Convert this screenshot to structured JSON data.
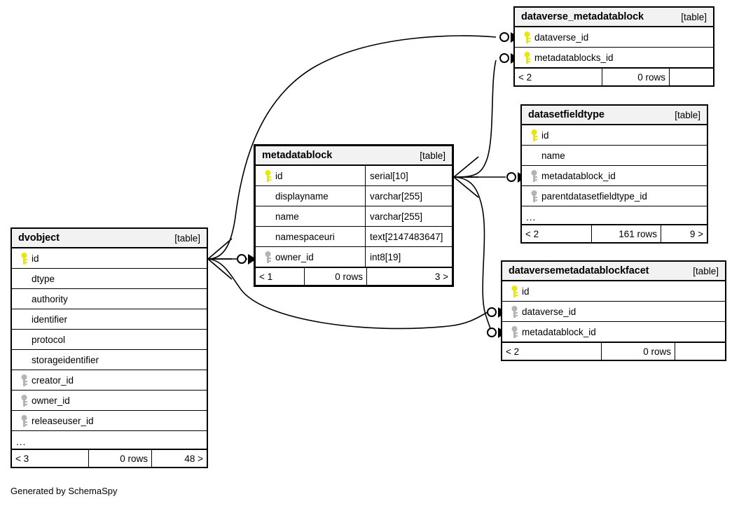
{
  "diagram": {
    "title": "SchemaSpy relationships diagram",
    "credit": "Generated by SchemaSpy",
    "table_tag": "[table]",
    "ellipsis": "...",
    "colors": {
      "primary_key": "#e8e800",
      "foreign_key": "#b4b4b4",
      "border": "#000000",
      "header_background": "#f2f2f2",
      "background": "#ffffff"
    }
  },
  "tables": {
    "dataverse_metadatablock": {
      "name": "dataverse_metadatablock",
      "tag": "[table]",
      "columns": [
        {
          "key": "pk",
          "name": "dataverse_id",
          "type": ""
        },
        {
          "key": "pk",
          "name": "metadatablocks_id",
          "type": ""
        }
      ],
      "has_ellipsis": false,
      "footer": {
        "left": "< 2",
        "mid": "0 rows",
        "right": ""
      }
    },
    "datasetfieldtype": {
      "name": "datasetfieldtype",
      "tag": "[table]",
      "columns": [
        {
          "key": "pk",
          "name": "id",
          "type": ""
        },
        {
          "key": "none",
          "name": "name",
          "type": ""
        },
        {
          "key": "fk",
          "name": "metadatablock_id",
          "type": ""
        },
        {
          "key": "fk",
          "name": "parentdatasetfieldtype_id",
          "type": ""
        }
      ],
      "has_ellipsis": true,
      "footer": {
        "left": "< 2",
        "mid": "161 rows",
        "right": "9 >"
      }
    },
    "metadatablock": {
      "name": "metadatablock",
      "tag": "[table]",
      "columns": [
        {
          "key": "pk",
          "name": "id",
          "type": "serial[10]"
        },
        {
          "key": "none",
          "name": "displayname",
          "type": "varchar[255]"
        },
        {
          "key": "none",
          "name": "name",
          "type": "varchar[255]"
        },
        {
          "key": "none",
          "name": "namespaceuri",
          "type": "text[2147483647]"
        },
        {
          "key": "fk",
          "name": "owner_id",
          "type": "int8[19]"
        }
      ],
      "has_ellipsis": false,
      "footer": {
        "left": "< 1",
        "mid": "0 rows",
        "right": "3 >"
      }
    },
    "dataversemetadatablockfacet": {
      "name": "dataversemetadatablockfacet",
      "tag": "[table]",
      "columns": [
        {
          "key": "pk",
          "name": "id",
          "type": ""
        },
        {
          "key": "fk",
          "name": "dataverse_id",
          "type": ""
        },
        {
          "key": "fk",
          "name": "metadatablock_id",
          "type": ""
        }
      ],
      "has_ellipsis": false,
      "footer": {
        "left": "< 2",
        "mid": "0 rows",
        "right": ""
      }
    },
    "dvobject": {
      "name": "dvobject",
      "tag": "[table]",
      "columns": [
        {
          "key": "pk",
          "name": "id",
          "type": ""
        },
        {
          "key": "none",
          "name": "dtype",
          "type": ""
        },
        {
          "key": "none",
          "name": "authority",
          "type": ""
        },
        {
          "key": "none",
          "name": "identifier",
          "type": ""
        },
        {
          "key": "none",
          "name": "protocol",
          "type": ""
        },
        {
          "key": "none",
          "name": "storageidentifier",
          "type": ""
        },
        {
          "key": "fk",
          "name": "creator_id",
          "type": ""
        },
        {
          "key": "fk",
          "name": "owner_id",
          "type": ""
        },
        {
          "key": "fk",
          "name": "releaseuser_id",
          "type": ""
        }
      ],
      "has_ellipsis": true,
      "footer": {
        "left": "< 3",
        "mid": "0 rows",
        "right": "48 >"
      }
    }
  },
  "relationships": [
    {
      "from": "metadatablock.id",
      "to": "dataverse_metadatablock.metadatablocks_id"
    },
    {
      "from": "dvobject.id",
      "to": "dataverse_metadatablock.dataverse_id"
    },
    {
      "from": "metadatablock.id",
      "to": "datasetfieldtype.metadatablock_id"
    },
    {
      "from": "dvobject.id",
      "to": "metadatablock.owner_id"
    },
    {
      "from": "dvobject.id",
      "to": "dataversemetadatablockfacet.dataverse_id"
    },
    {
      "from": "metadatablock.id",
      "to": "dataversemetadatablockfacet.metadatablock_id"
    }
  ]
}
